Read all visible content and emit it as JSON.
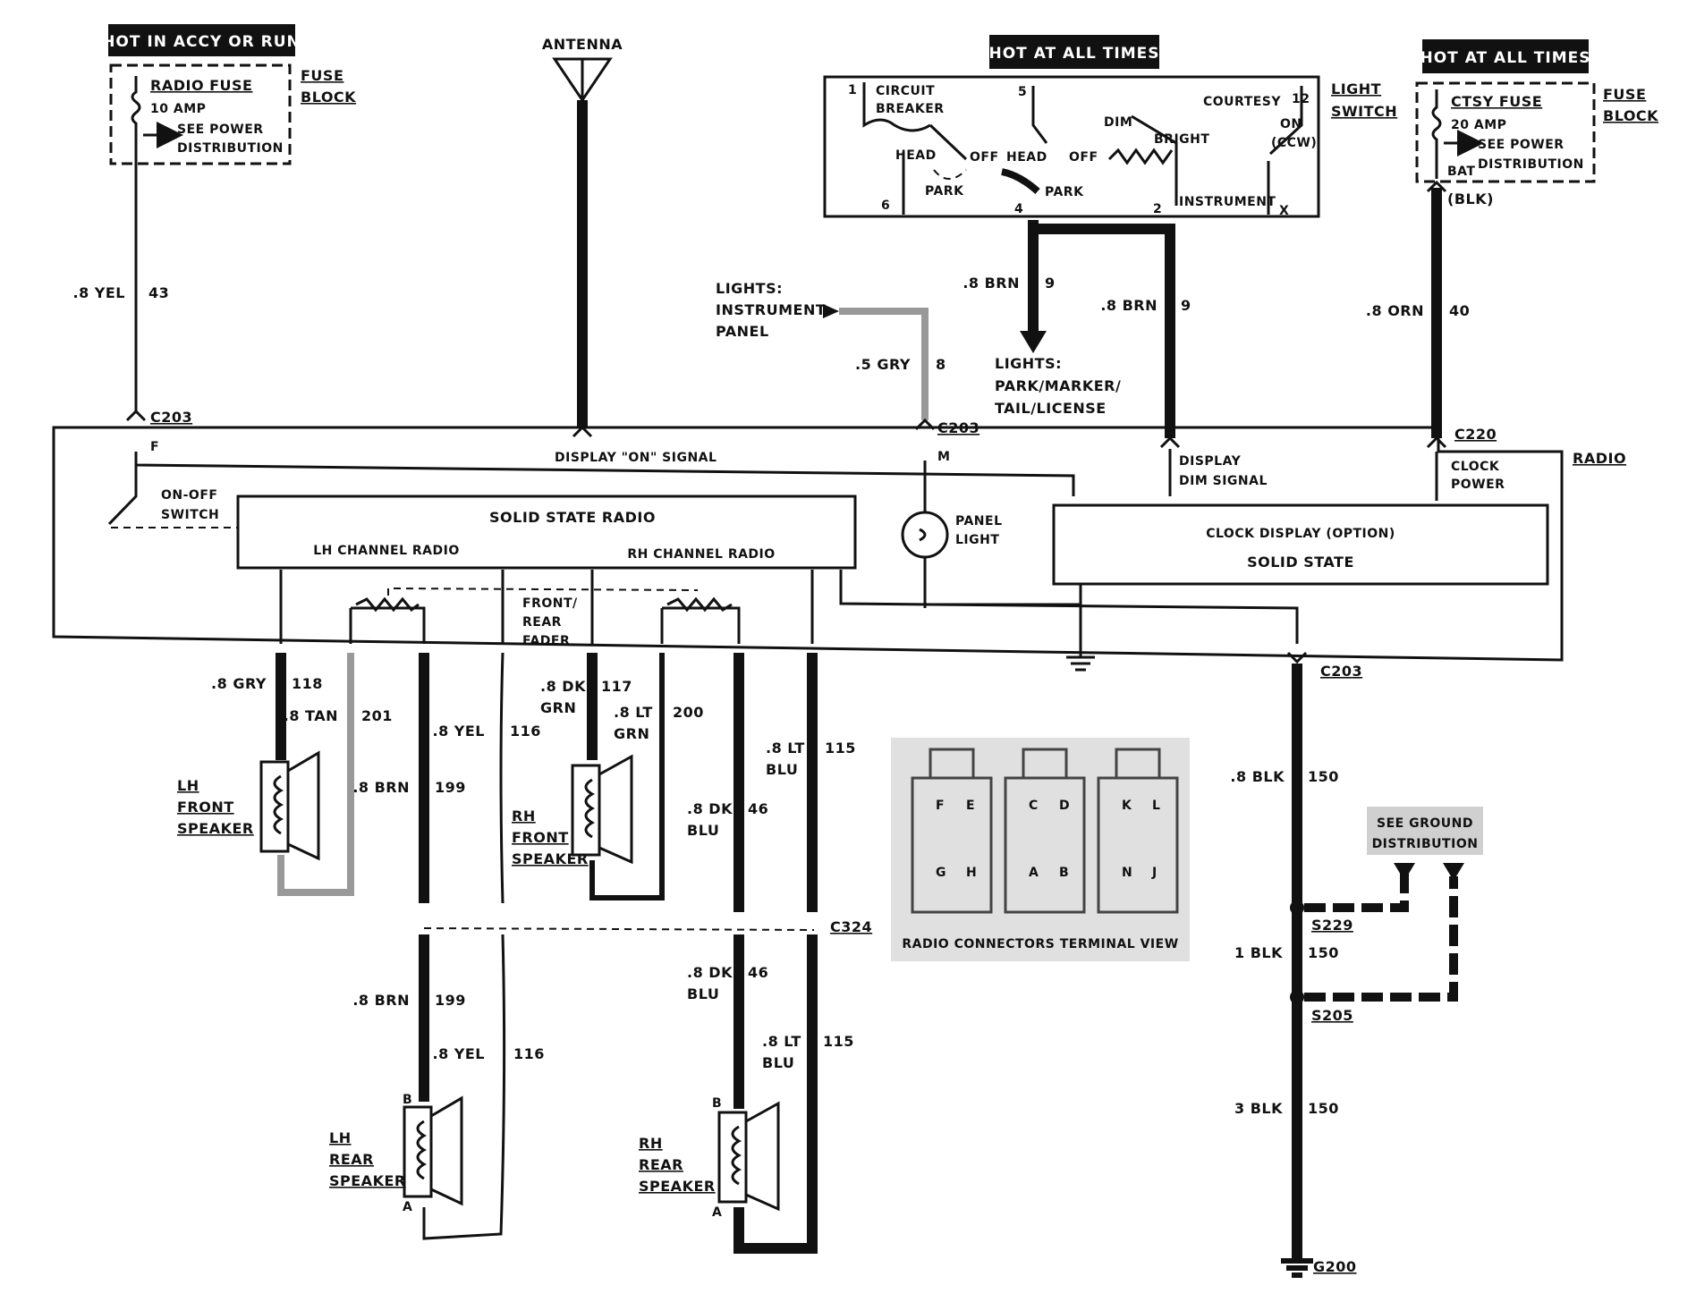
{
  "hot_labels": {
    "accy_run": "HOT IN ACCY OR RUN",
    "at_all_times_switch": "HOT AT ALL TIMES",
    "at_all_times_clock": "HOT AT ALL TIMES"
  },
  "fuse_block_left": {
    "fuse": "RADIO FUSE",
    "amp": "10 AMP",
    "see_power_1": "SEE POWER",
    "see_power_2": "DISTRIBUTION",
    "block_1": "FUSE",
    "block_2": "BLOCK"
  },
  "fuse_block_right": {
    "fuse": "CTSY FUSE",
    "amp": "20 AMP",
    "see_power_1": "SEE POWER",
    "see_power_2": "DISTRIBUTION",
    "bat": "BAT",
    "blk": "(BLK)",
    "block_1": "FUSE",
    "block_2": "BLOCK"
  },
  "antenna": "ANTENNA",
  "light_switch": {
    "title_1": "LIGHT",
    "title_2": "SWITCH",
    "circuit_1": "CIRCUIT",
    "circuit_2": "BREAKER",
    "courtesy": "COURTESY",
    "head_left": "HEAD",
    "off_left": "OFF",
    "park_left": "PARK",
    "head_mid": "HEAD",
    "off_mid": "OFF",
    "park_mid": "PARK",
    "dim": "DIM",
    "bright": "BRIGHT",
    "on": "ON",
    "ccw": "(CCW)",
    "instrument": "INSTRUMENT",
    "pin_1": "1",
    "pin_5": "5",
    "pin_12": "12",
    "pin_6": "6",
    "pin_4": "4",
    "pin_2": "2",
    "pin_x": "X"
  },
  "lights_instrument": {
    "line_1": "LIGHTS:",
    "line_2": "INSTRUMENT",
    "line_3": "PANEL"
  },
  "lights_park": {
    "line_1": "LIGHTS:",
    "line_2": "PARK/MARKER/",
    "line_3": "TAIL/LICENSE"
  },
  "wires": {
    "w43": {
      "size": ".8 YEL",
      "num": "43"
    },
    "w8": {
      "size": ".5 GRY",
      "num": "8"
    },
    "w9a": {
      "size": ".8 BRN",
      "num": "9"
    },
    "w9b": {
      "size": ".8 BRN",
      "num": "9"
    },
    "w40": {
      "size": ".8 ORN",
      "num": "40"
    },
    "w118": {
      "size": ".8 GRY",
      "num": "118"
    },
    "w201": {
      "size": ".8 TAN",
      "num": "201"
    },
    "w199a": {
      "size": ".8 BRN",
      "num": "199"
    },
    "w116a": {
      "size": ".8 YEL",
      "num": "116"
    },
    "w117": {
      "size_1": ".8 DK",
      "size_2": "GRN",
      "num": "117"
    },
    "w200": {
      "size_1": ".8 LT",
      "size_2": "GRN",
      "num": "200"
    },
    "w46a": {
      "size_1": ".8 DK",
      "size_2": "BLU",
      "num": "46"
    },
    "w115a": {
      "size_1": ".8 LT",
      "size_2": "BLU",
      "num": "115"
    },
    "w199b": {
      "size": ".8 BRN",
      "num": "199"
    },
    "w116b": {
      "size": ".8 YEL",
      "num": "116"
    },
    "w46b": {
      "size_1": ".8 DK",
      "size_2": "BLU",
      "num": "46"
    },
    "w115b": {
      "size_1": ".8 LT",
      "size_2": "BLU",
      "num": "115"
    },
    "w150a": {
      "size": ".8 BLK",
      "num": "150"
    },
    "w150b": {
      "size": "1 BLK",
      "num": "150"
    },
    "w150c": {
      "size": "3 BLK",
      "num": "150"
    }
  },
  "connectors": {
    "c203_top": "C203",
    "c203_mid": "C203",
    "c220": "C220",
    "c203_ground": "C203",
    "c324": "C324",
    "s229": "S229",
    "s205": "S205",
    "g200": "G200",
    "pin_f": "F",
    "pin_m": "M"
  },
  "radio": {
    "title": "RADIO",
    "display_on": "DISPLAY \"ON\" SIGNAL",
    "display_dim_1": "DISPLAY",
    "display_dim_2": "DIM SIGNAL",
    "clock_power_1": "CLOCK",
    "clock_power_2": "POWER",
    "onoff_1": "ON-OFF",
    "onoff_2": "SWITCH",
    "solid_state": "SOLID STATE RADIO",
    "lh_channel": "LH CHANNEL RADIO",
    "rh_channel": "RH CHANNEL RADIO",
    "panel_light_1": "PANEL",
    "panel_light_2": "LIGHT",
    "clock_1": "CLOCK DISPLAY (OPTION)",
    "clock_2": "SOLID STATE",
    "fader_1": "FRONT/",
    "fader_2": "REAR",
    "fader_3": "FADER"
  },
  "speakers": {
    "lh_front": [
      "LH",
      "FRONT",
      "SPEAKER"
    ],
    "rh_front": [
      "RH",
      "FRONT",
      "SPEAKER"
    ],
    "lh_rear": [
      "LH",
      "REAR",
      "SPEAKER"
    ],
    "rh_rear": [
      "RH",
      "REAR",
      "SPEAKER"
    ],
    "pin_a": "A",
    "pin_b": "B"
  },
  "connector_view": {
    "caption": "RADIO CONNECTORS TERMINAL VIEW",
    "pins": [
      "F",
      "E",
      "C",
      "D",
      "K",
      "L",
      "G",
      "H",
      "A",
      "B",
      "N",
      "J"
    ]
  },
  "ground_ref": {
    "line_1": "SEE GROUND",
    "line_2": "DISTRIBUTION"
  }
}
